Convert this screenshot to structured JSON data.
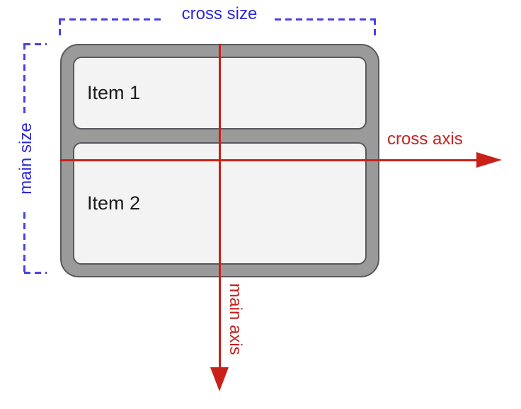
{
  "diagram": {
    "title": "flexbox-axes-diagram",
    "container": {
      "items": [
        {
          "label": "Item 1"
        },
        {
          "label": "Item 2"
        }
      ]
    },
    "labels": {
      "cross_size": "cross size",
      "main_size": "main size",
      "cross_axis": "cross axis",
      "main_axis": "main axis"
    },
    "colors": {
      "background": "#ffffff",
      "blue_text": "#2c28d9",
      "blue_dash": "#4742e4",
      "red_text": "#c5221f",
      "red_line": "#c9201a",
      "container_fill": "#9a9a9a",
      "container_border": "#58595c",
      "item_fill": "#f3f3f3"
    }
  }
}
